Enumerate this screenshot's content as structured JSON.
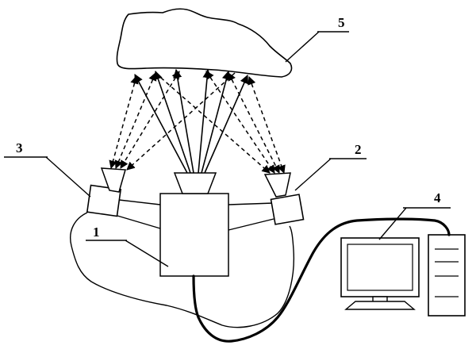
{
  "figure": {
    "labels": {
      "housing": "1",
      "right_camera": "2",
      "left_camera": "3",
      "computer": "4",
      "shoe": "5"
    }
  }
}
